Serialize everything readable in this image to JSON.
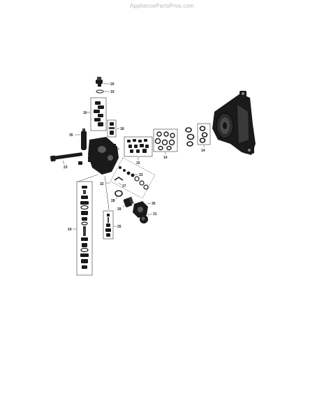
{
  "watermark": "AppliancePartsPros.com",
  "callouts": {
    "c20": "20",
    "c19": "19",
    "c16": "16",
    "c18": "18",
    "c35": "35",
    "c23": "23",
    "c15": "15",
    "c14a": "14",
    "c14b": "14",
    "c33": "33",
    "c32": "32",
    "c27": "27",
    "c28": "28",
    "c29": "29",
    "c30": "30",
    "c31": "31",
    "c24": "24",
    "c25": "25"
  },
  "colors": {
    "ink": "#1a1a1a",
    "watermark": "#b8b8b8",
    "background": "#ffffff"
  }
}
